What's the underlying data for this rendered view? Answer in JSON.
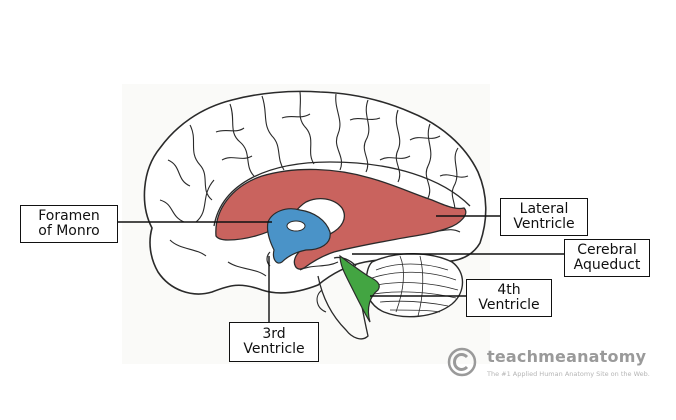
{
  "labels": {
    "foramen": {
      "line1": "Foramen",
      "line2": "of Monro"
    },
    "lateral": {
      "line1": "Lateral",
      "line2": "Ventricle"
    },
    "aqueduct": {
      "line1": "Cerebral",
      "line2": "Aqueduct"
    },
    "fourth": {
      "line1": "4th",
      "line2": "Ventricle"
    },
    "third": {
      "line1": "3rd",
      "line2": "Ventricle"
    }
  },
  "watermark": {
    "brand": "teachmeanatomy",
    "tagline": "The #1 Applied Human Anatomy Site on the Web."
  },
  "colors": {
    "lateral_ventricle": "#c9635e",
    "third_ventricle": "#4a93c8",
    "fourth_ventricle": "#43a542",
    "outline": "#2a2a2a"
  }
}
